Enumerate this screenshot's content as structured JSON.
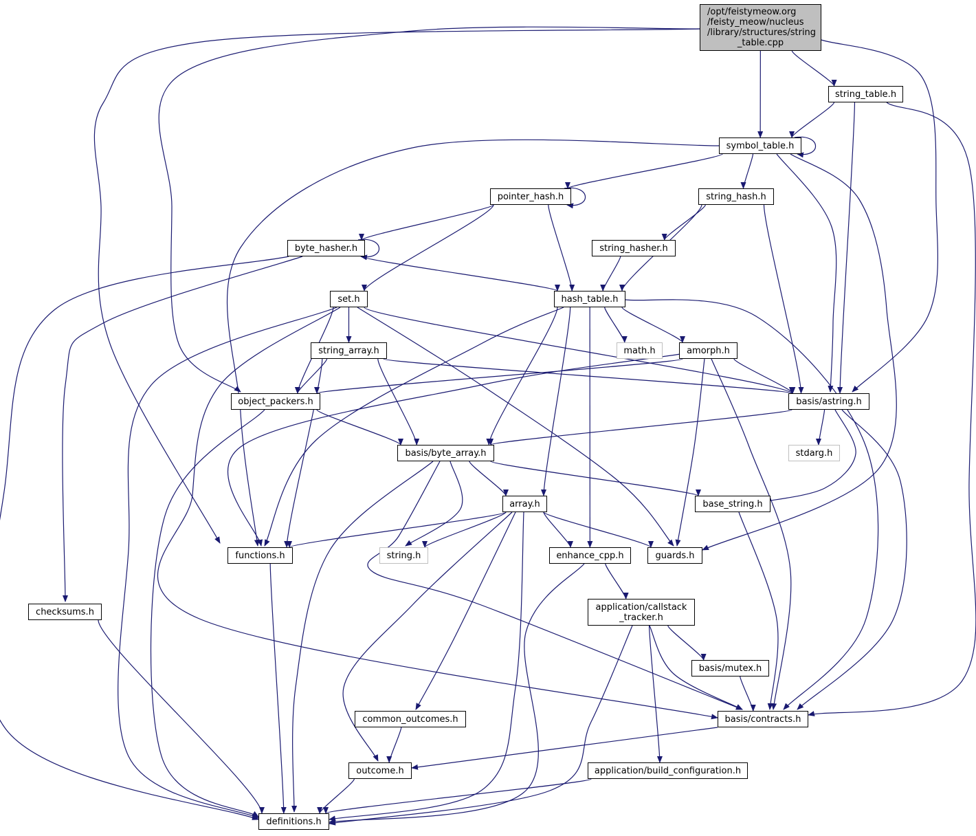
{
  "colors": {
    "edge": "#191970",
    "root_fill": "#bfbfbf",
    "external_border": "#bfbfbf"
  },
  "nodes": [
    {
      "id": "root",
      "lines": [
        "/opt/feistymeow.org",
        "/feisty_meow/nucleus",
        "/library/structures/string",
        "_table.cpp"
      ],
      "kind": "root"
    },
    {
      "id": "string_table",
      "lines": [
        "string_table.h"
      ]
    },
    {
      "id": "symbol_table",
      "lines": [
        "symbol_table.h"
      ]
    },
    {
      "id": "pointer_hash",
      "lines": [
        "pointer_hash.h"
      ]
    },
    {
      "id": "string_hash",
      "lines": [
        "string_hash.h"
      ]
    },
    {
      "id": "byte_hasher",
      "lines": [
        "byte_hasher.h"
      ]
    },
    {
      "id": "string_hasher",
      "lines": [
        "string_hasher.h"
      ]
    },
    {
      "id": "set",
      "lines": [
        "set.h"
      ]
    },
    {
      "id": "hash_table",
      "lines": [
        "hash_table.h"
      ]
    },
    {
      "id": "string_array",
      "lines": [
        "string_array.h"
      ]
    },
    {
      "id": "math",
      "lines": [
        "math.h"
      ],
      "kind": "ext"
    },
    {
      "id": "amorph",
      "lines": [
        "amorph.h"
      ]
    },
    {
      "id": "object_packers",
      "lines": [
        "object_packers.h"
      ]
    },
    {
      "id": "astring",
      "lines": [
        "basis/astring.h"
      ]
    },
    {
      "id": "byte_array",
      "lines": [
        "basis/byte_array.h"
      ]
    },
    {
      "id": "stdarg",
      "lines": [
        "stdarg.h"
      ],
      "kind": "ext"
    },
    {
      "id": "array",
      "lines": [
        "array.h"
      ]
    },
    {
      "id": "base_string",
      "lines": [
        "base_string.h"
      ]
    },
    {
      "id": "functions",
      "lines": [
        "functions.h"
      ]
    },
    {
      "id": "string",
      "lines": [
        "string.h"
      ],
      "kind": "ext"
    },
    {
      "id": "enhance_cpp",
      "lines": [
        "enhance_cpp.h"
      ]
    },
    {
      "id": "guards",
      "lines": [
        "guards.h"
      ]
    },
    {
      "id": "checksums",
      "lines": [
        "checksums.h"
      ]
    },
    {
      "id": "callstack",
      "lines": [
        "application/callstack",
        "_tracker.h"
      ]
    },
    {
      "id": "mutex",
      "lines": [
        "basis/mutex.h"
      ]
    },
    {
      "id": "common_outcomes",
      "lines": [
        "common_outcomes.h"
      ]
    },
    {
      "id": "contracts",
      "lines": [
        "basis/contracts.h"
      ]
    },
    {
      "id": "outcome",
      "lines": [
        "outcome.h"
      ]
    },
    {
      "id": "build_config",
      "lines": [
        "application/build_configuration.h"
      ]
    },
    {
      "id": "definitions",
      "lines": [
        "definitions.h"
      ]
    }
  ],
  "edges": [
    [
      "root",
      "string_table"
    ],
    [
      "root",
      "symbol_table"
    ],
    [
      "root",
      "astring"
    ],
    [
      "root",
      "object_packers"
    ],
    [
      "root",
      "functions"
    ],
    [
      "string_table",
      "symbol_table"
    ],
    [
      "string_table",
      "astring"
    ],
    [
      "string_table",
      "contracts"
    ],
    [
      "symbol_table",
      "symbol_table"
    ],
    [
      "symbol_table",
      "pointer_hash"
    ],
    [
      "symbol_table",
      "string_hash"
    ],
    [
      "symbol_table",
      "astring"
    ],
    [
      "symbol_table",
      "functions"
    ],
    [
      "symbol_table",
      "guards"
    ],
    [
      "pointer_hash",
      "pointer_hash"
    ],
    [
      "pointer_hash",
      "byte_hasher"
    ],
    [
      "pointer_hash",
      "set"
    ],
    [
      "pointer_hash",
      "hash_table"
    ],
    [
      "string_hash",
      "string_hasher"
    ],
    [
      "string_hash",
      "hash_table"
    ],
    [
      "string_hash",
      "astring"
    ],
    [
      "byte_hasher",
      "byte_hasher"
    ],
    [
      "byte_hasher",
      "hash_table"
    ],
    [
      "byte_hasher",
      "checksums"
    ],
    [
      "byte_hasher",
      "definitions"
    ],
    [
      "string_hasher",
      "hash_table"
    ],
    [
      "set",
      "string_array"
    ],
    [
      "set",
      "object_packers"
    ],
    [
      "set",
      "astring"
    ],
    [
      "set",
      "guards"
    ],
    [
      "set",
      "definitions"
    ],
    [
      "set",
      "contracts"
    ],
    [
      "hash_table",
      "math"
    ],
    [
      "hash_table",
      "amorph"
    ],
    [
      "hash_table",
      "functions"
    ],
    [
      "hash_table",
      "byte_array"
    ],
    [
      "hash_table",
      "array"
    ],
    [
      "hash_table",
      "enhance_cpp"
    ],
    [
      "hash_table",
      "contracts"
    ],
    [
      "string_array",
      "object_packers"
    ],
    [
      "string_array",
      "functions"
    ],
    [
      "string_array",
      "byte_array"
    ],
    [
      "string_array",
      "astring"
    ],
    [
      "amorph",
      "object_packers"
    ],
    [
      "amorph",
      "astring"
    ],
    [
      "amorph",
      "functions"
    ],
    [
      "amorph",
      "guards"
    ],
    [
      "amorph",
      "contracts"
    ],
    [
      "object_packers",
      "byte_array"
    ],
    [
      "object_packers",
      "definitions"
    ],
    [
      "astring",
      "byte_array"
    ],
    [
      "astring",
      "stdarg"
    ],
    [
      "astring",
      "base_string"
    ],
    [
      "astring",
      "contracts"
    ],
    [
      "byte_array",
      "array"
    ],
    [
      "byte_array",
      "base_string"
    ],
    [
      "byte_array",
      "string"
    ],
    [
      "byte_array",
      "definitions"
    ],
    [
      "byte_array",
      "contracts"
    ],
    [
      "array",
      "functions"
    ],
    [
      "array",
      "string"
    ],
    [
      "array",
      "enhance_cpp"
    ],
    [
      "array",
      "guards"
    ],
    [
      "array",
      "outcome"
    ],
    [
      "array",
      "common_outcomes"
    ],
    [
      "array",
      "definitions"
    ],
    [
      "base_string",
      "contracts"
    ],
    [
      "functions",
      "definitions"
    ],
    [
      "enhance_cpp",
      "callstack"
    ],
    [
      "enhance_cpp",
      "definitions"
    ],
    [
      "callstack",
      "mutex"
    ],
    [
      "callstack",
      "contracts"
    ],
    [
      "callstack",
      "build_config"
    ],
    [
      "callstack",
      "definitions"
    ],
    [
      "mutex",
      "contracts"
    ],
    [
      "contracts",
      "outcome"
    ],
    [
      "common_outcomes",
      "outcome"
    ],
    [
      "outcome",
      "definitions"
    ],
    [
      "build_config",
      "definitions"
    ],
    [
      "checksums",
      "definitions"
    ]
  ]
}
